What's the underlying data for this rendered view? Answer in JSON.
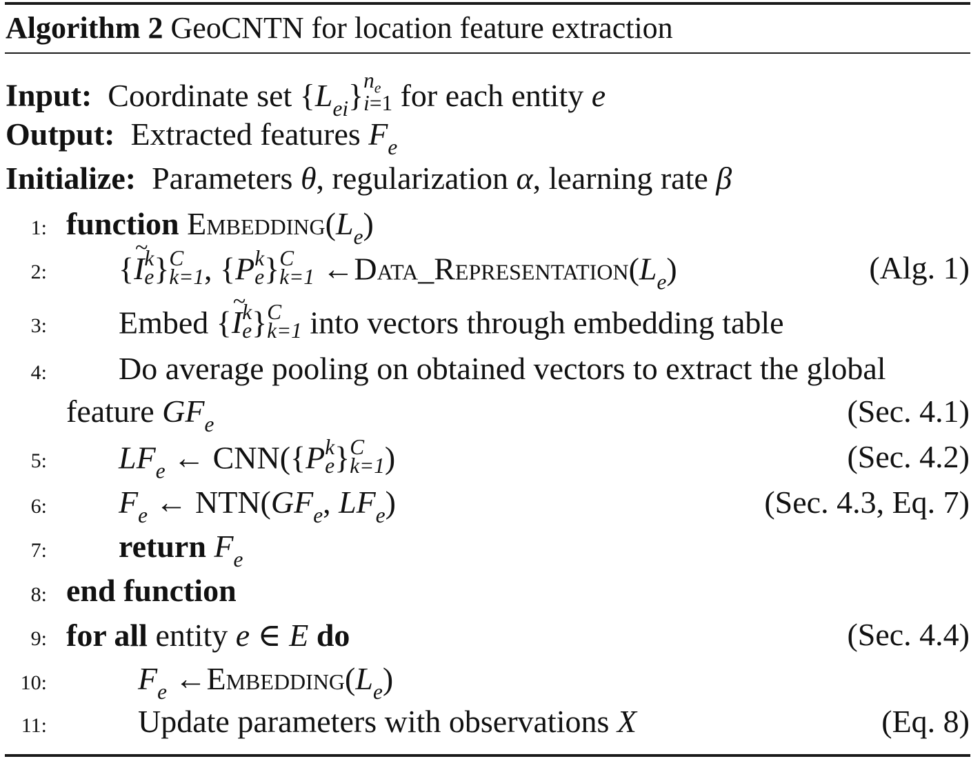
{
  "caption": {
    "label": "Algorithm 2",
    "title": "GeoCNTN for location feature extraction"
  },
  "input": {
    "label": "Input:",
    "text": "Coordinate set {L_ei}_{i=1}^{n_e} for each entity e"
  },
  "output": {
    "label": "Output:",
    "text": "Extracted features F_e"
  },
  "initialize": {
    "label": "Initialize:",
    "text": "Parameters θ, regularization α, learning rate β"
  },
  "lines": [
    {
      "num": "1:",
      "text": "function Embedding(L_e)",
      "ref": ""
    },
    {
      "num": "2:",
      "text": "{Ĩ_e^k}_{k=1}^C, {P_e^k}_{k=1}^C ←Data_Representation(L_e)",
      "ref": "(Alg. 1)"
    },
    {
      "num": "3:",
      "text": "Embed {Ĩ_e^k}_{k=1}^C into vectors through embedding table",
      "ref": ""
    },
    {
      "num": "4:",
      "text": "Do average pooling on obtained vectors to extract the global feature GF_e",
      "ref": "(Sec. 4.1)"
    },
    {
      "num": "5:",
      "text": "LF_e ← CNN({P_e^k}_{k=1}^C)",
      "ref": "(Sec. 4.2)"
    },
    {
      "num": "6:",
      "text": "F_e ← NTN(GF_e, LF_e)",
      "ref": "(Sec. 4.3, Eq. 7)"
    },
    {
      "num": "7:",
      "text": "return F_e",
      "ref": ""
    },
    {
      "num": "8:",
      "text": "end function",
      "ref": ""
    },
    {
      "num": "9:",
      "text": "for all entity e ∈ E do",
      "ref": "(Sec. 4.4)"
    },
    {
      "num": "10:",
      "text": "F_e ←Embedding(L_e)",
      "ref": ""
    },
    {
      "num": "11:",
      "text": "Update parameters with observations X",
      "ref": "(Eq. 8)"
    }
  ]
}
